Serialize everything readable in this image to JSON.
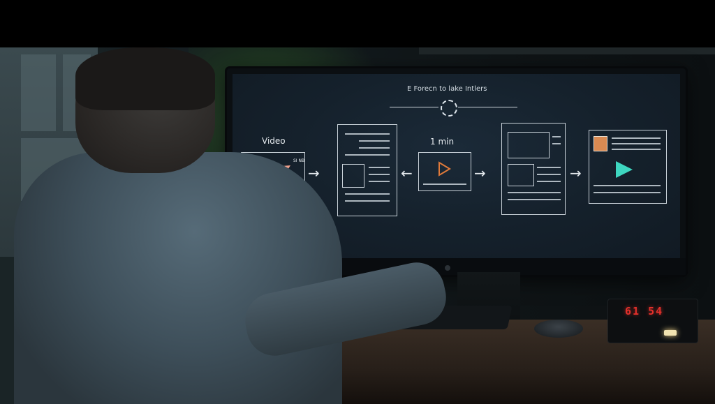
{
  "screen": {
    "title": "E Forecn to lake Intlers",
    "video_label": "Video",
    "video_badge": "SI NB",
    "duration_label": "1 min"
  },
  "clock": {
    "display": "61 54"
  },
  "colors": {
    "accent_salmon": "#f0a08c",
    "play_orange": "#e07a3a",
    "play_teal": "#3ed6c0",
    "clock_red": "#e3302b",
    "screen_bg": "#15212c"
  },
  "icons": {
    "loop": "loop-icon",
    "triangle": "triangle-icon",
    "play": "play-icon",
    "arrow": "arrow-icon"
  }
}
